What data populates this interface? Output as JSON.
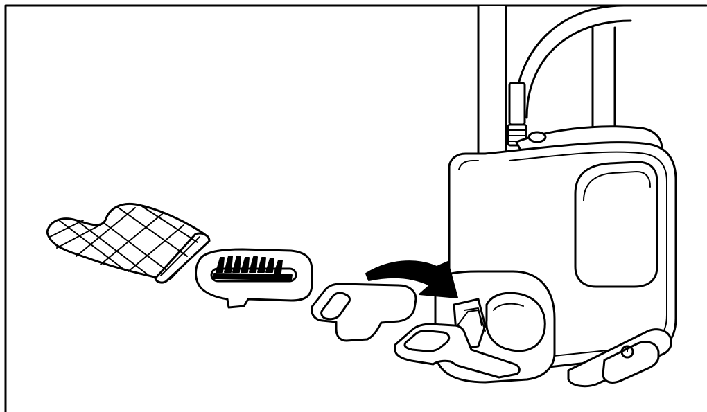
{
  "figure": {
    "type": "instruction-illustration",
    "background": "#ffffff",
    "line_color": "#000000",
    "parts": [
      {
        "id": "heat-resistant-glove",
        "icon": "oven-mitt-icon"
      },
      {
        "id": "descaling-brush",
        "icon": "brush-icon"
      },
      {
        "id": "pad-plate",
        "icon": "pad-plate-icon"
      },
      {
        "id": "garment-steamer",
        "icon": "steamer-icon"
      }
    ],
    "arrow": {
      "icon": "curved-arrow-icon",
      "direction": "into-steamer-base"
    }
  }
}
